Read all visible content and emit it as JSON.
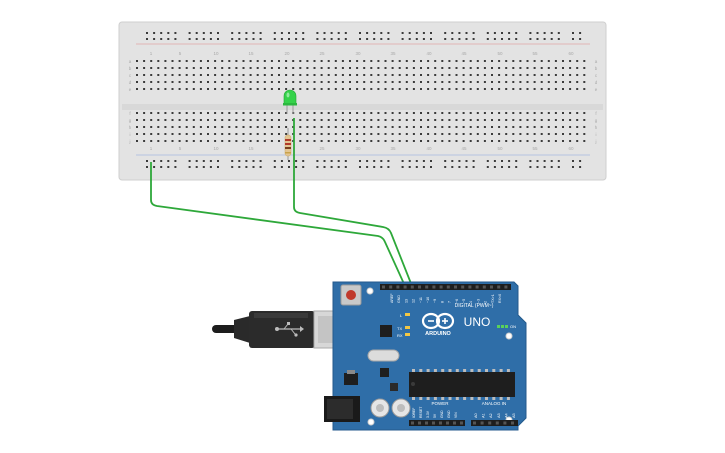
{
  "breadboard": {
    "column_numbers_top": [
      "1",
      "5",
      "10",
      "15",
      "20",
      "25",
      "30",
      "35",
      "40",
      "45",
      "50",
      "55",
      "60"
    ],
    "column_numbers_bottom": [
      "1",
      "5",
      "10",
      "15",
      "20",
      "25",
      "30",
      "35",
      "40",
      "45",
      "50",
      "55",
      "60"
    ],
    "row_letters_top": [
      "a",
      "b",
      "c",
      "d",
      "e"
    ],
    "row_letters_bottom": [
      "f",
      "g",
      "h",
      "i",
      "j"
    ]
  },
  "components": {
    "led": {
      "color": "#35d24a"
    },
    "resistor": {
      "body_color": "#e3c591"
    },
    "wire": {
      "color": "#2ea83a"
    }
  },
  "arduino": {
    "board_color": "#2f6ea8",
    "brand_text": "ARDUINO",
    "model_text": "UNO",
    "digital_header_text": "DIGITAL (PWM~)",
    "power_header_text": "POWER",
    "analog_header_text": "ANALOG IN",
    "on_led_text": "ON",
    "tx_label": "TX",
    "rx_label": "RX",
    "l_label": "L",
    "top_pin_labels": [
      "AREF",
      "GND",
      "13",
      "12",
      "~11",
      "~10",
      "~9",
      "8",
      "7",
      "~6",
      "~5",
      "4",
      "~3",
      "2",
      "TX>1",
      "RX<0"
    ],
    "bottom_power_labels": [
      "IOREF",
      "RESET",
      "3.3V",
      "5V",
      "GND",
      "GND",
      "VIN"
    ],
    "bottom_analog_labels": [
      "A0",
      "A1",
      "A2",
      "A3",
      "A4",
      "A5"
    ]
  }
}
